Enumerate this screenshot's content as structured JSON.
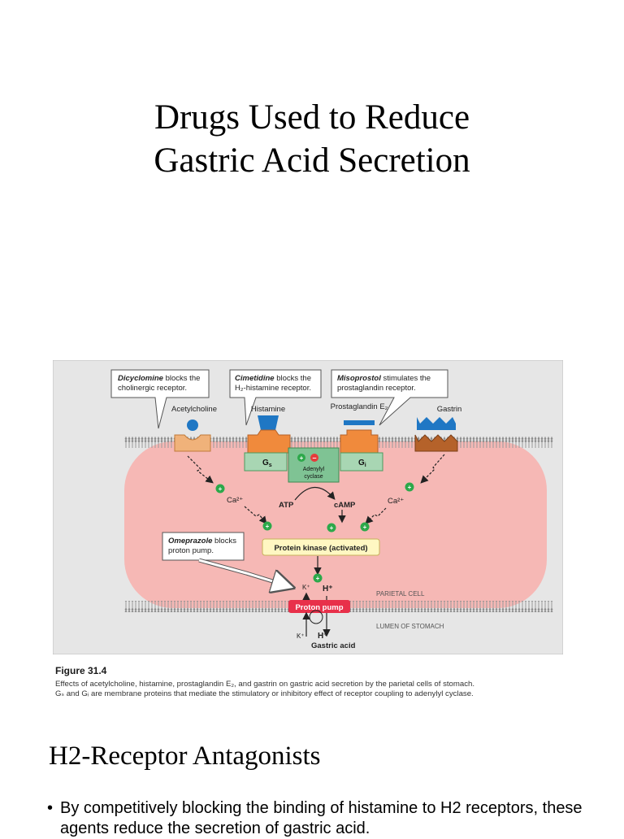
{
  "slide": {
    "title_line1": "Drugs Used to Reduce",
    "title_line2": "Gastric Acid Secretion"
  },
  "figure": {
    "callouts": {
      "dicyclomine": {
        "drug": "Dicyclomine",
        "l1": " blocks the",
        "l2": "cholinergic receptor."
      },
      "cimetidine": {
        "drug": "Cimetidine",
        "l1": " blocks the",
        "l2": "H₂-histamine receptor."
      },
      "misoprostol": {
        "drug": "Misoprostol",
        "l1": " stimulates the",
        "l2": "prostaglandin receptor."
      },
      "omeprazole": {
        "drug": "Omeprazole",
        "l1": " blocks",
        "l2": "proton pump."
      }
    },
    "labels": {
      "acetylcholine": "Acetylcholine",
      "histamine": "Histamine",
      "prostaglandin": "Prostaglandin E₂",
      "gastrin": "Gastrin",
      "gs": "G",
      "gs_sub": "s",
      "gi": "G",
      "gi_sub": "i",
      "adenylyl1": "Adenylyl",
      "adenylyl2": "cyclase",
      "atp": "ATP",
      "camp": "cAMP",
      "ca_left": "Ca²⁺",
      "ca_right": "Ca²⁺",
      "protein_kinase": "Protein kinase (activated)",
      "k_top": "K⁺",
      "h_top": "H⁺",
      "parietal_cell": "PARIETAL CELL",
      "proton_pump": "Proton pump",
      "lumen": "LUMEN OF STOMACH",
      "k_bottom": "K⁺",
      "h_bottom": "H⁺",
      "gastric_acid": "Gastric acid"
    },
    "figure_label": "Figure 31.4",
    "caption_line1": "Effects of acetylcholine, histamine, prostaglandin E₂, and gastrin on gastric acid secretion by the parietal cells of stomach.",
    "caption_line2": "Gₛ and Gᵢ are membrane proteins that mediate the stimulatory or inhibitory effect of receptor coupling to adenylyl cyclase."
  },
  "section": {
    "heading": "H2-Receptor Antagonists",
    "bullet_symbol": "•",
    "bullet1": "By competitively blocking the binding of histamine to H2 receptors, these agents reduce the secretion of gastric acid."
  },
  "colors": {
    "figure_bg": "#e6e6e6",
    "cell": "#f6b8b5",
    "receptor_orange": "#f08a3c",
    "receptor_brown": "#b5622a",
    "blue": "#1f77c4",
    "green_box": "#a8d6b3",
    "green_dot": "#2ca84a",
    "red_dot": "#e53b3b",
    "proton_pump": "#e8304a",
    "kinase_box": "#fff7c2"
  }
}
